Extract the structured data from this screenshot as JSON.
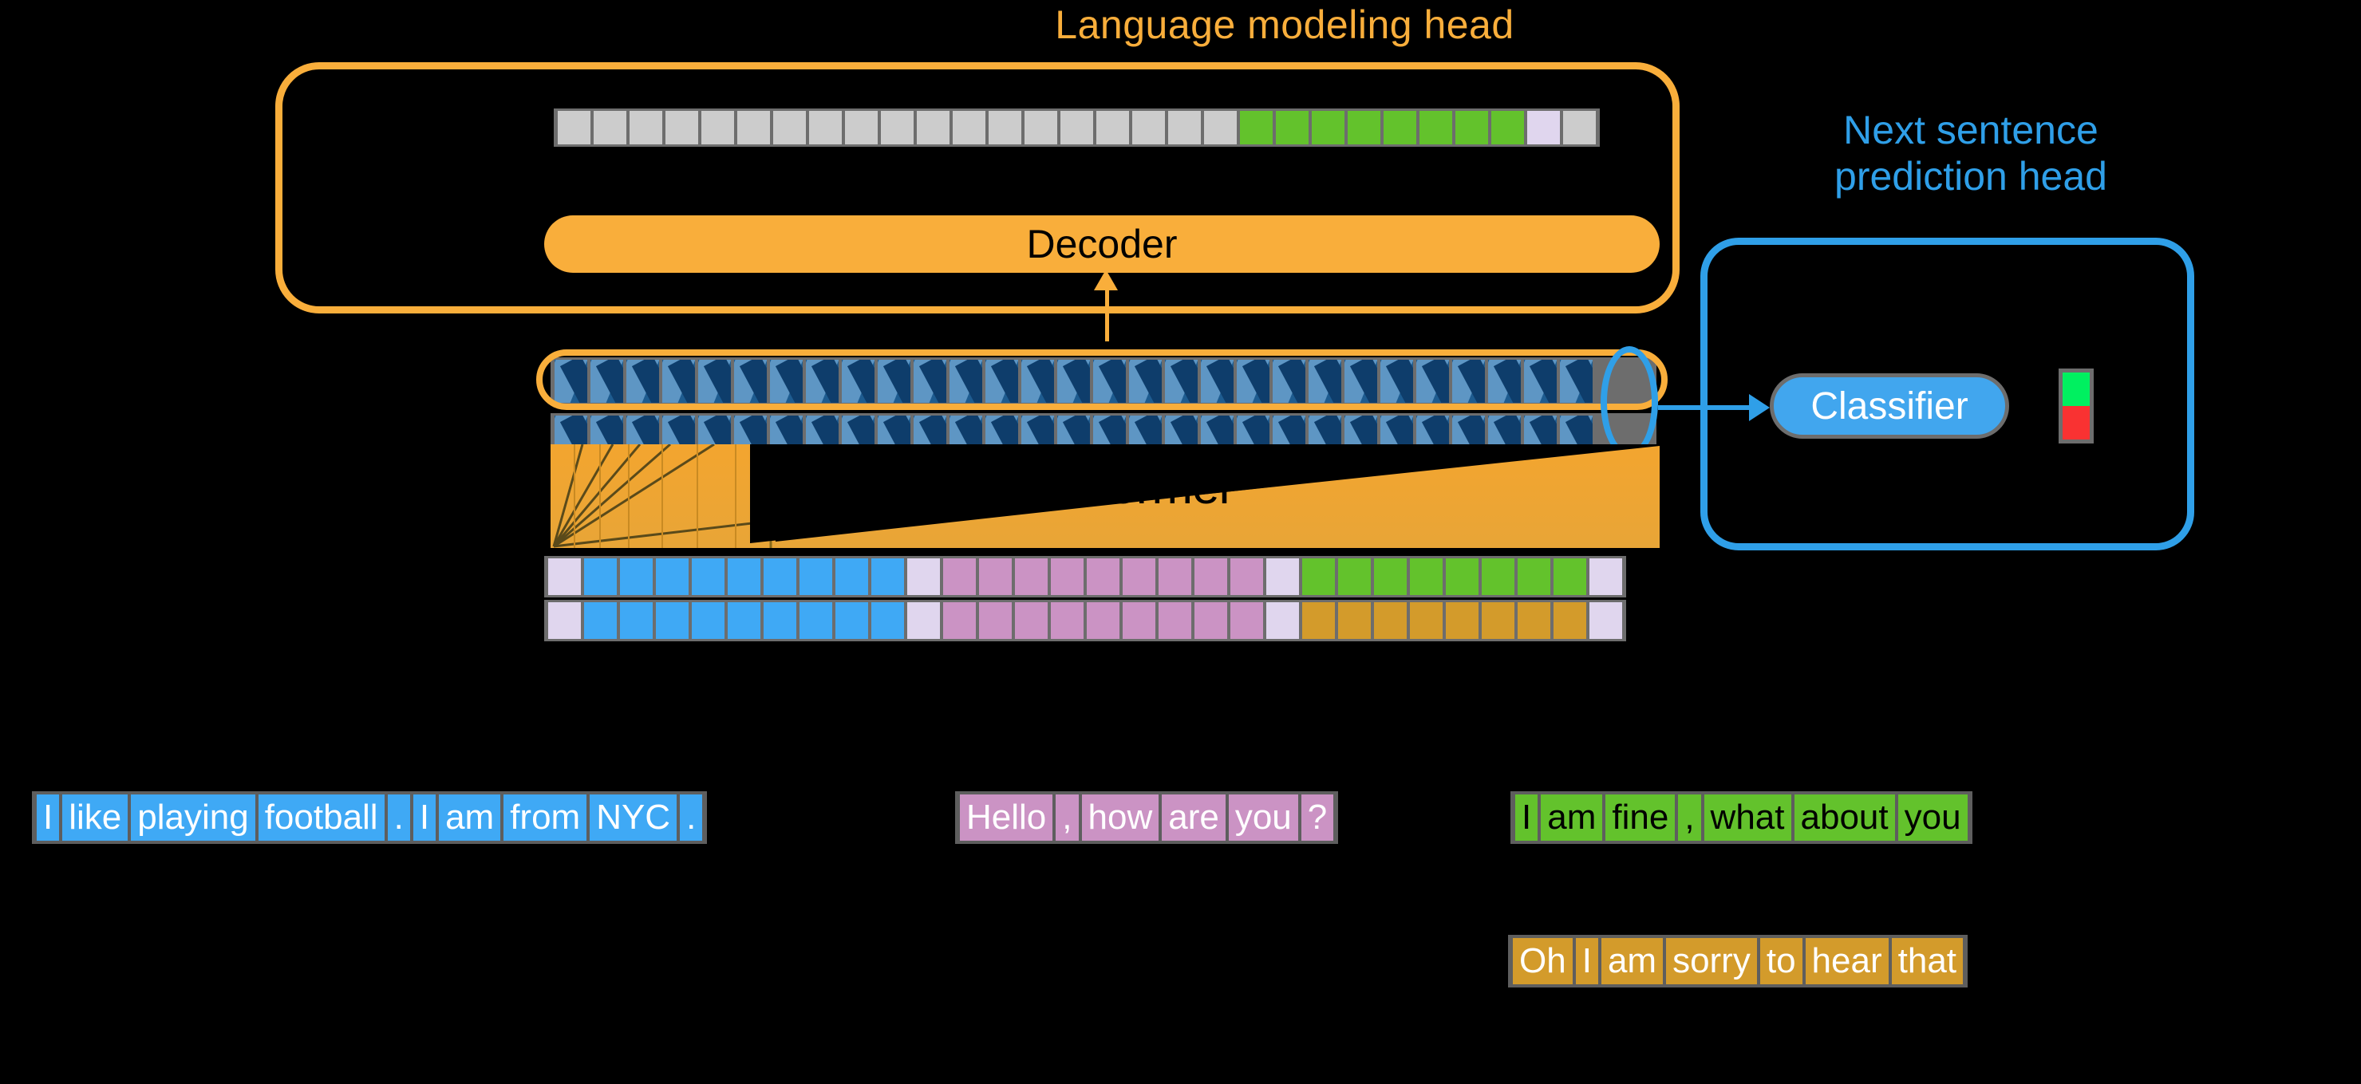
{
  "colors": {
    "background": "#000000",
    "orange": "#F9AE3B",
    "blue": "#2F9FE8",
    "token_blue": "#3FA9F5",
    "token_pink": "#CB93C4",
    "token_green": "#63C22C",
    "token_gold": "#D39B2B",
    "token_lavender": "#E0D6EE",
    "token_grey": "#CCCCCC",
    "class_green": "#00F060",
    "class_red": "#F93232",
    "border_grey": "#6D6D6D",
    "hidden_blue": "#1E5C90"
  },
  "heads": {
    "language_modeling_label": "Language modeling head",
    "next_sentence_prediction_label": "Next sentence\nprediction head",
    "next_sentence_prediction_line1": "Next sentence",
    "next_sentence_prediction_line2": "prediction head"
  },
  "decoder": {
    "label": "Decoder"
  },
  "transformer": {
    "label": "Transformer"
  },
  "classifier": {
    "label": "Classifier",
    "outputs": [
      {
        "name": "is-next-true",
        "color": "#00F060"
      },
      {
        "name": "is-next-false",
        "color": "#F93232"
      }
    ]
  },
  "output_strip": {
    "name": "lm-output-logits-strip",
    "cells": [
      "grey",
      "grey",
      "grey",
      "grey",
      "grey",
      "grey",
      "grey",
      "grey",
      "grey",
      "grey",
      "grey",
      "grey",
      "grey",
      "grey",
      "grey",
      "grey",
      "grey",
      "grey",
      "grey",
      "green",
      "green",
      "green",
      "green",
      "green",
      "green",
      "green",
      "green",
      "lavender",
      "grey"
    ]
  },
  "hidden_rows": {
    "name": "transformer-hidden-states",
    "cell_count": 29,
    "rows": 2
  },
  "embedding_rows": [
    {
      "name": "embedding-row-1",
      "cells": [
        "lavender",
        "blue",
        "blue",
        "blue",
        "blue",
        "blue",
        "blue",
        "blue",
        "blue",
        "blue",
        "lavender",
        "pink",
        "pink",
        "pink",
        "pink",
        "pink",
        "pink",
        "pink",
        "pink",
        "pink",
        "lavender",
        "green",
        "green",
        "green",
        "green",
        "green",
        "green",
        "green",
        "green",
        "lavender"
      ]
    },
    {
      "name": "embedding-row-2",
      "cells": [
        "lavender",
        "blue",
        "blue",
        "blue",
        "blue",
        "blue",
        "blue",
        "blue",
        "blue",
        "blue",
        "lavender",
        "pink",
        "pink",
        "pink",
        "pink",
        "pink",
        "pink",
        "pink",
        "pink",
        "pink",
        "lavender",
        "gold",
        "gold",
        "gold",
        "gold",
        "gold",
        "gold",
        "gold",
        "gold",
        "lavender"
      ]
    }
  ],
  "sentences": [
    {
      "name": "sentence-blue",
      "color": "#3FA9F5",
      "tokens": [
        "I",
        "like",
        "playing",
        "football",
        ".",
        "I",
        "am",
        "from",
        "NYC",
        "."
      ]
    },
    {
      "name": "sentence-pink",
      "color": "#CB93C4",
      "tokens": [
        "Hello",
        ",",
        "how",
        "are",
        "you",
        "?"
      ]
    },
    {
      "name": "sentence-green",
      "color": "#63C22C",
      "tokens": [
        "I",
        "am",
        "fine",
        ",",
        "what",
        "about",
        "you"
      ]
    },
    {
      "name": "sentence-gold",
      "color": "#D39B2B",
      "tokens": [
        "Oh",
        "I",
        "am",
        "sorry",
        "to",
        "hear",
        "that"
      ]
    }
  ]
}
